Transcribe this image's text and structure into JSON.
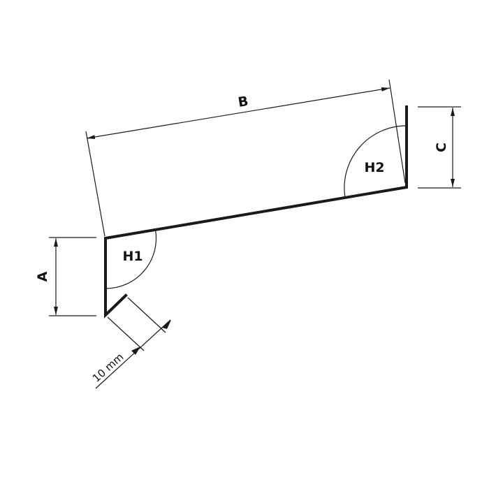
{
  "diagram": {
    "type": "sheet-metal-profile",
    "colors": {
      "line": "#1a1a1a",
      "text": "#111111",
      "background": "#ffffff"
    },
    "dimensions": {
      "A": {
        "label": "A"
      },
      "B": {
        "label": "B"
      },
      "C": {
        "label": "C"
      },
      "hem": {
        "label": "10 mm"
      }
    },
    "angles": {
      "H1": {
        "label": "H1"
      },
      "H2": {
        "label": "H2"
      }
    }
  }
}
